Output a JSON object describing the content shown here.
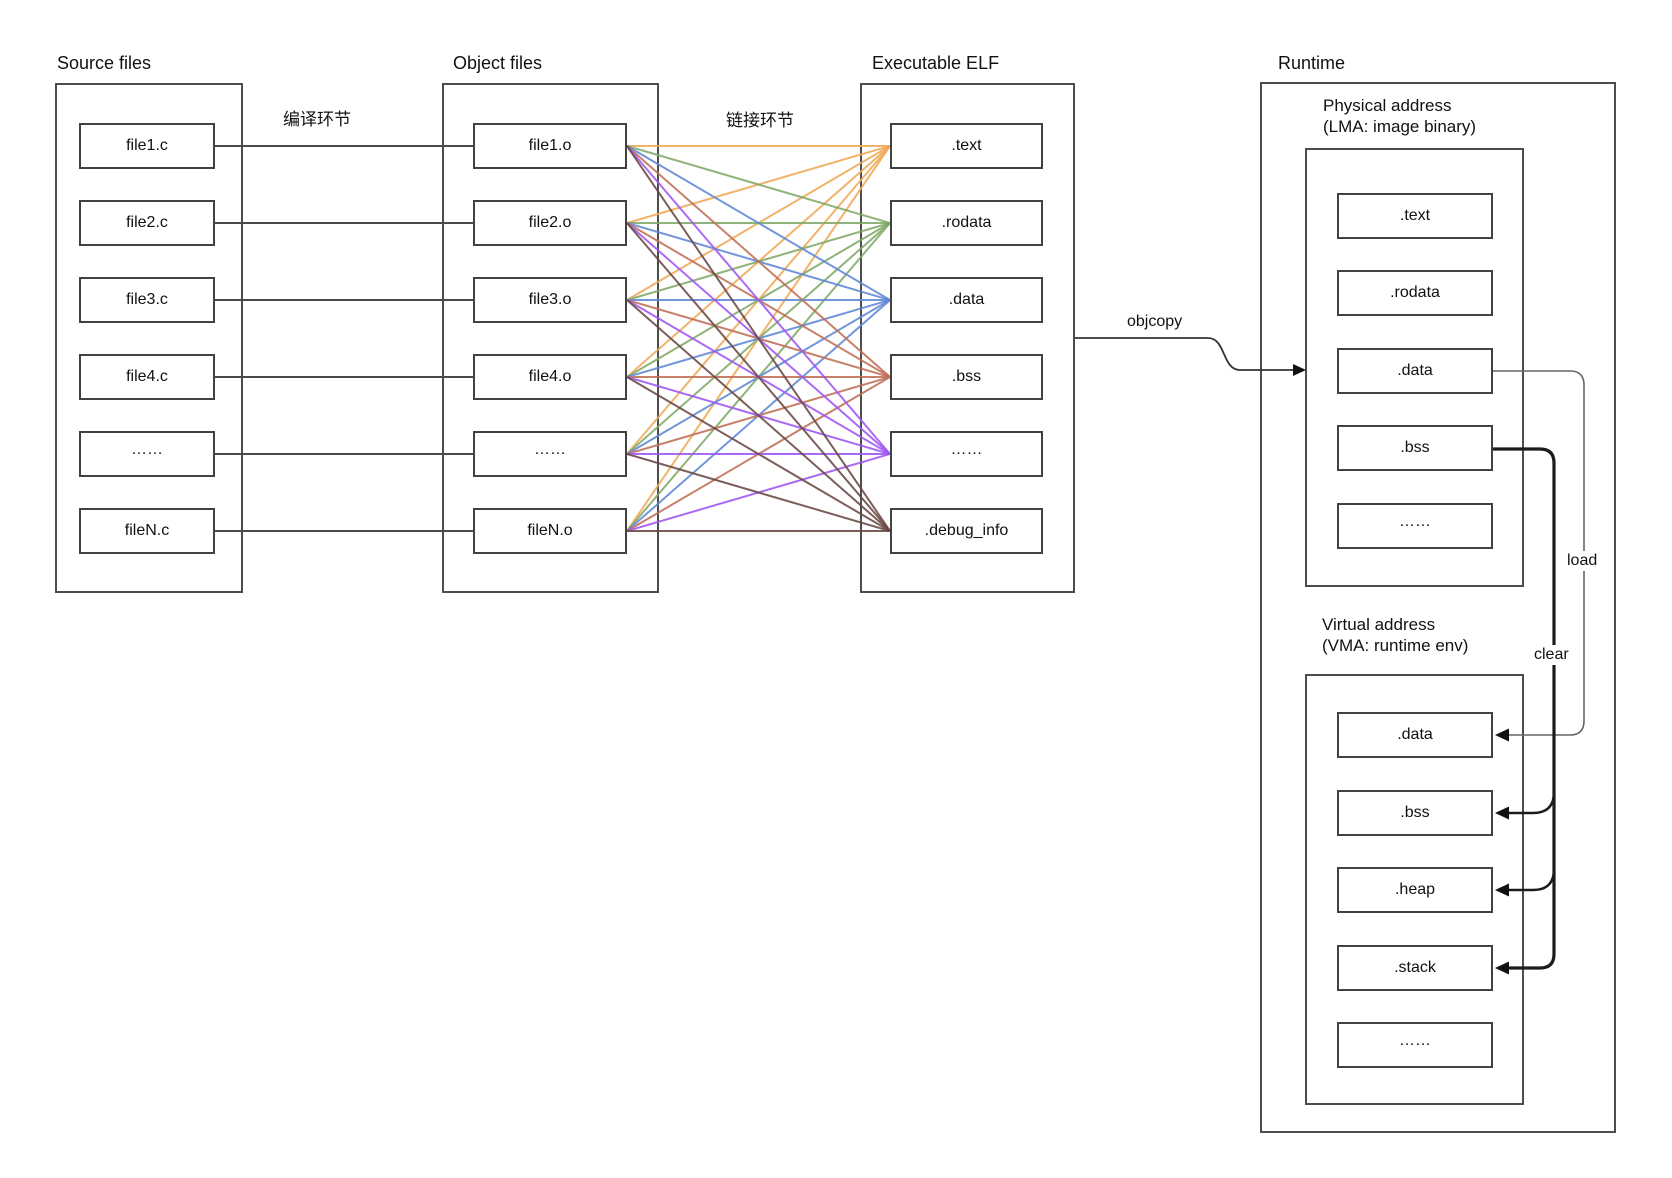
{
  "columns": {
    "source": {
      "title": "Source files",
      "items": [
        "file1.c",
        "file2.c",
        "file3.c",
        "file4.c",
        "……",
        "fileN.c"
      ]
    },
    "object": {
      "title": "Object files",
      "items": [
        "file1.o",
        "file2.o",
        "file3.o",
        "file4.o",
        "……",
        "fileN.o"
      ]
    },
    "elf": {
      "title": "Executable ELF",
      "items": [
        ".text",
        ".rodata",
        ".data",
        ".bss",
        "……",
        ".debug_info"
      ]
    }
  },
  "process_labels": {
    "compile": "编译环节",
    "link": "链接环节",
    "objcopy": "objcopy",
    "load": "load",
    "clear": "clear"
  },
  "runtime": {
    "title": "Runtime",
    "physical": {
      "title_line1": "Physical address",
      "title_line2": "(LMA: image binary)",
      "items": [
        ".text",
        ".rodata",
        ".data",
        ".bss",
        "……"
      ]
    },
    "virtual": {
      "title_line1": "Virtual address",
      "title_line2": "(VMA: runtime env)",
      "items": [
        ".data",
        ".bss",
        ".heap",
        ".stack",
        "……"
      ]
    }
  },
  "link_line_colors": {
    "text": "#efa855",
    "rodata": "#7fa966",
    "data": "#5e88d6",
    "bss": "#bf6e55",
    "dots": "#9e55f2",
    "debug_info": "#694842"
  },
  "wire_colors": {
    "compile_connector": "#4a4a4a",
    "objcopy_arrow": "#333333",
    "load_line": "#666666",
    "clear_line": "#1c1c1c",
    "arrowhead": "#111111"
  }
}
